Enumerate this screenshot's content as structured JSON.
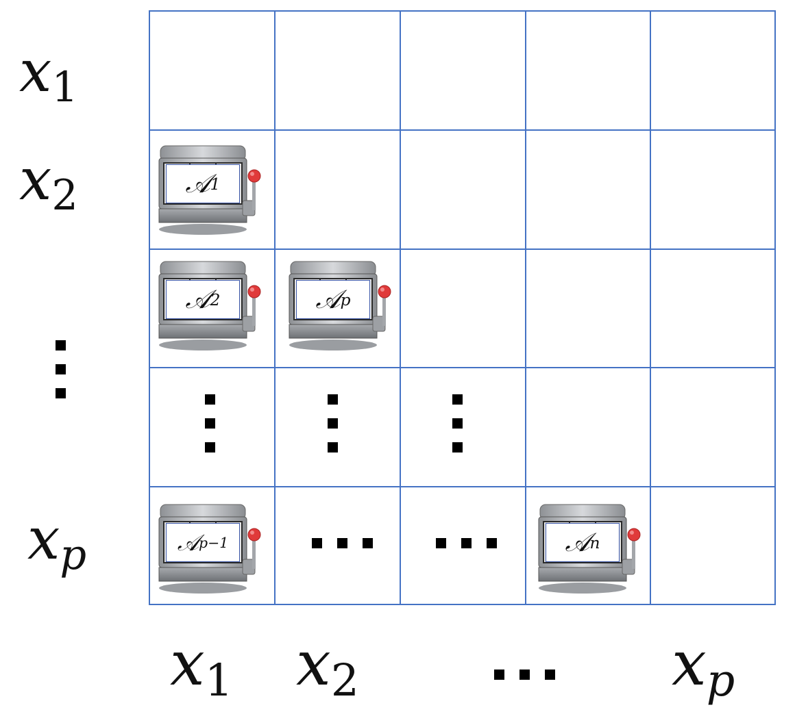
{
  "row_labels": [
    {
      "base": "x",
      "sub": "1"
    },
    {
      "base": "x",
      "sub": "2"
    },
    {
      "base": "x",
      "sub": "p"
    }
  ],
  "col_labels": [
    {
      "base": "x",
      "sub": "1"
    },
    {
      "base": "x",
      "sub": "2"
    },
    {
      "base": "x",
      "sub": "p"
    }
  ],
  "machines": [
    {
      "base": "𝒜",
      "sub": "1"
    },
    {
      "base": "𝒜",
      "sub": "2"
    },
    {
      "base": "𝒜",
      "sub": "p"
    },
    {
      "base": "𝒜",
      "sub": "p−1"
    },
    {
      "base": "𝒜",
      "sub": "n"
    }
  ],
  "colors": {
    "grid": "#4472c4",
    "dots": "#000000",
    "lever_knob": "#e03a3a",
    "machine_body": "#b9bcc0"
  }
}
